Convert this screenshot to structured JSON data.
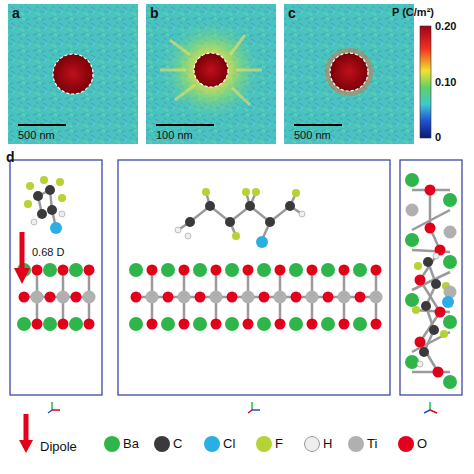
{
  "diagram": {
    "labels": [
      "a",
      "b",
      "c",
      "d",
      "500 nm",
      "100 nm",
      "500 nm",
      "P (C/m²)",
      "0.20",
      "0.10",
      "0",
      "0.68 D"
    ],
    "legend": [
      {
        "text": "Dipole"
      },
      {
        "text": "Ba",
        "color": "#2fb54a"
      },
      {
        "text": "C",
        "color": "#3a3a3a"
      },
      {
        "text": "Cl",
        "color": "#2aaee3"
      },
      {
        "text": "F",
        "color": "#b5d334"
      },
      {
        "text": "H",
        "color": "#eeeeee"
      },
      {
        "text": "Ti",
        "color": "#b0b0b0"
      },
      {
        "text": "O",
        "color": "#e2001a"
      }
    ]
  }
}
